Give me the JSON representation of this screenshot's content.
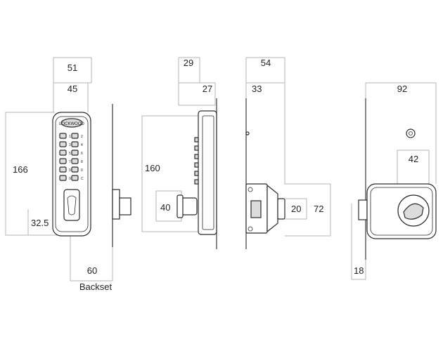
{
  "dimensions": {
    "front_width_outer": "51",
    "front_width_inner": "45",
    "front_height": "166",
    "handle_offset": "32.5",
    "backset": "60",
    "backset_label": "Backset",
    "side_depth_outer": "29",
    "side_depth_inner": "27",
    "side_height": "160",
    "side_spindle": "40",
    "latch_depth_outer": "54",
    "latch_depth_inner": "33",
    "latch_bolt": "20",
    "latch_height": "72",
    "rear_width": "92",
    "rear_knob": "42",
    "rear_projection": "18"
  },
  "keypad": {
    "brand_badge": "LOCKWOOD",
    "button_labels": [
      "1",
      "2",
      "3",
      "4",
      "5",
      "6",
      "7",
      "8",
      "9",
      "0",
      "X",
      "C"
    ]
  }
}
